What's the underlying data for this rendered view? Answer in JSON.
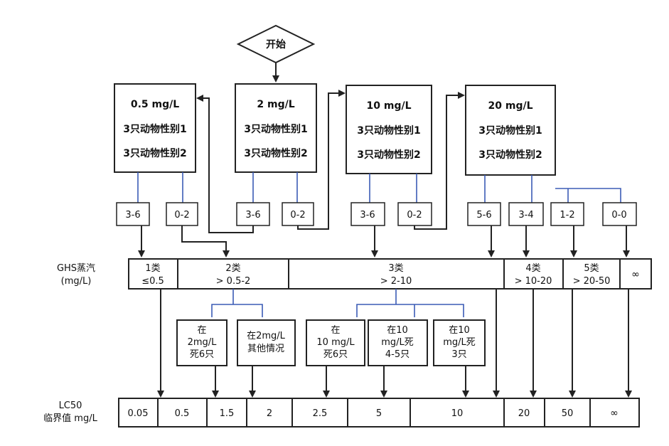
{
  "start": "开始",
  "dose_boxes": [
    {
      "dose": "0.5 mg/L",
      "line1": "3只动物性别1",
      "line2": "3只动物性别2"
    },
    {
      "dose": "2 mg/L",
      "line1": "3只动物性别1",
      "line2": "3只动物性别2"
    },
    {
      "dose": "10 mg/L",
      "line1": "3只动物性别1",
      "line2": "3只动物性别2"
    },
    {
      "dose": "20 mg/L",
      "line1": "3只动物性别1",
      "line2": "3只动物性别2"
    }
  ],
  "outcomes": [
    "3-6",
    "0-2",
    "3-6",
    "0-2",
    "3-6",
    "0-2",
    "5-6",
    "3-4",
    "1-2",
    "0-0"
  ],
  "ghs": {
    "label_line1": "GHS蒸汽",
    "label_line2": "(mg/L)",
    "categories": [
      {
        "line1": "1类",
        "line2": "≤0.5"
      },
      {
        "line1": "2类",
        "line2": "> 0.5-2"
      },
      {
        "line1": "3类",
        "line2": "> 2-10"
      },
      {
        "line1": "4类",
        "line2": "> 10-20"
      },
      {
        "line1": "5类",
        "line2": "> 20-50"
      },
      {
        "line1": "∞",
        "line2": ""
      }
    ]
  },
  "conditions": [
    [
      "在",
      "2mg/L",
      "死6只"
    ],
    [
      "在2mg/L",
      "其他情况"
    ],
    [
      "在",
      "10 mg/L",
      "死6只"
    ],
    [
      "在10",
      "mg/L死",
      "4-5只"
    ],
    [
      "在10",
      "mg/L死",
      "3只"
    ]
  ],
  "lc50": {
    "label_line1": "LC50",
    "label_line2": "临界值 mg/L",
    "values": [
      "0.05",
      "0.5",
      "1.5",
      "2",
      "2.5",
      "5",
      "10",
      "20",
      "50",
      "∞"
    ]
  }
}
